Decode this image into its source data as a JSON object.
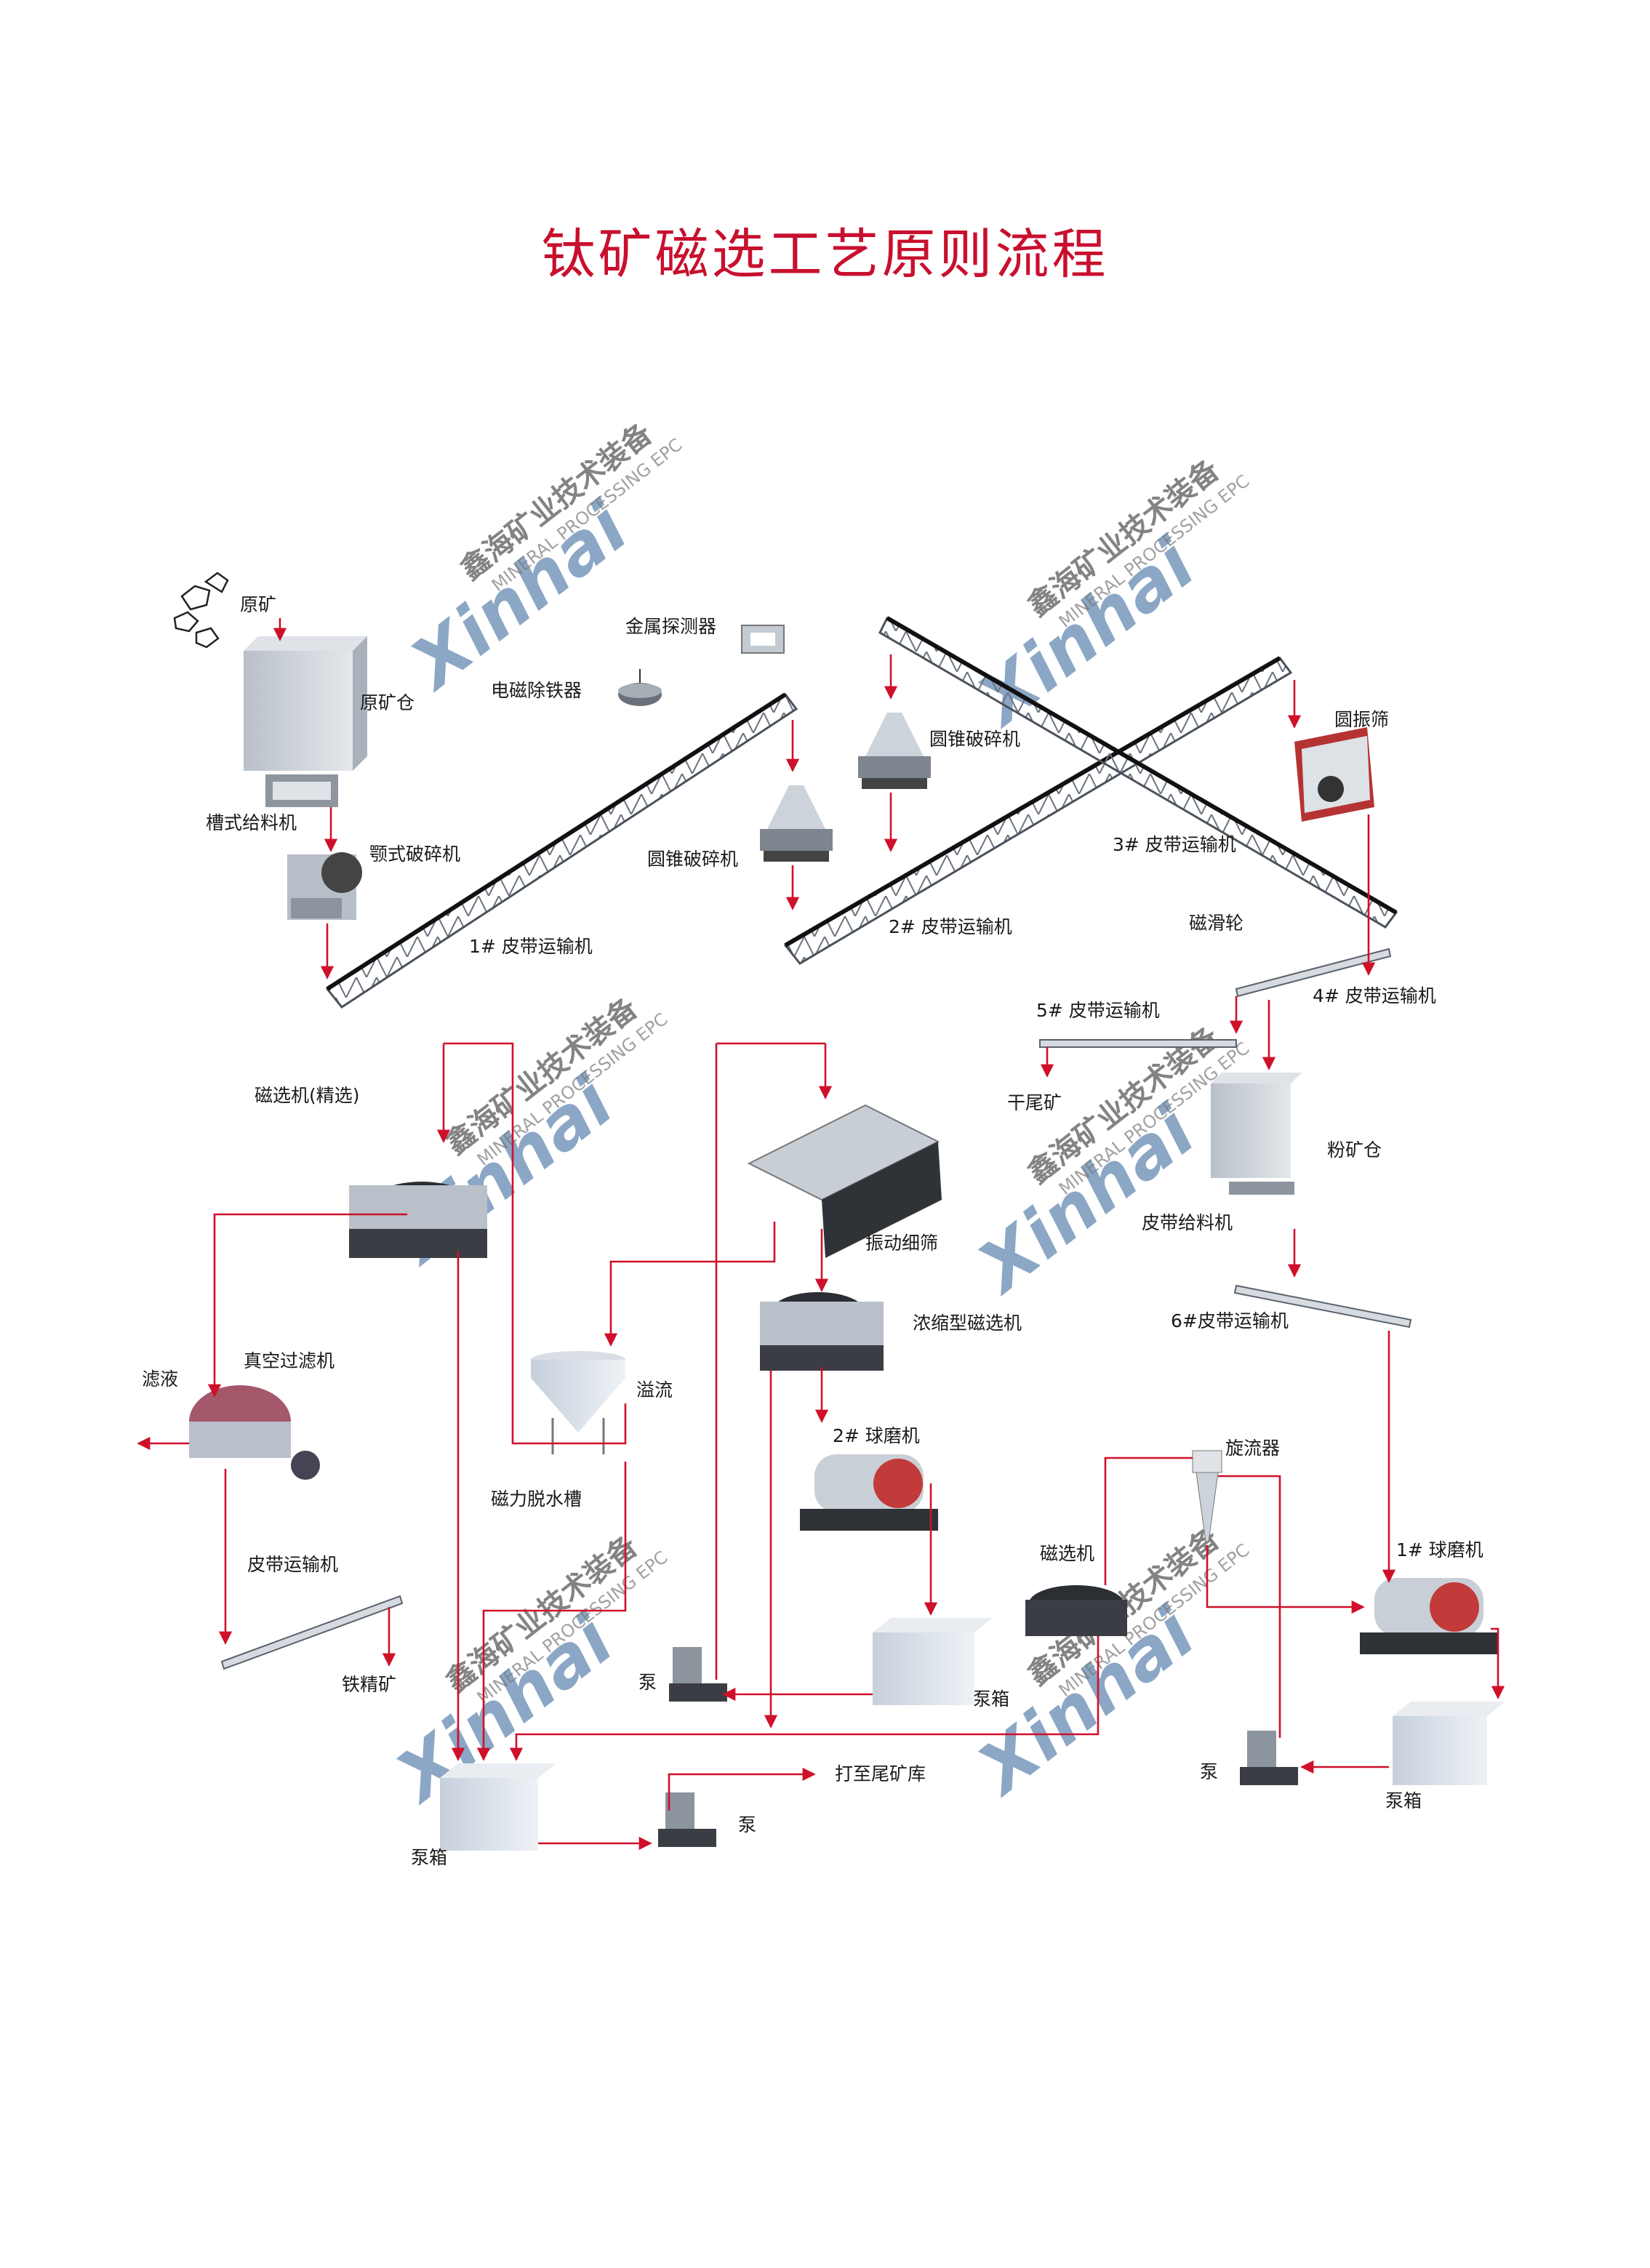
{
  "title": "钛矿磁选工艺原则流程",
  "watermark": {
    "brand": "Xinhai",
    "cn": "鑫海矿业技术装备",
    "en": "MINERAL PROCESSING EPC",
    "color": "#5f86b0"
  },
  "colors": {
    "title": "#c8102e",
    "flow_arrow": "#d0102a",
    "equipment": "#c9ced6"
  },
  "labels": {
    "raw_ore": "原矿",
    "raw_ore_bin": "原矿仓",
    "metal_detector": "金属探测器",
    "iron_remover": "电磁除铁器",
    "trough_feeder": "槽式给料机",
    "jaw_crusher": "颚式破碎机",
    "belt1": "1# 皮带运输机",
    "cone_crusher_a": "圆锥破碎机",
    "cone_crusher_b": "圆锥破碎机",
    "belt2": "2# 皮带运输机",
    "belt3": "3# 皮带运输机",
    "circular_screen": "圆振筛",
    "magnetic_pulley": "磁滑轮",
    "belt5": "5# 皮带运输机",
    "belt4": "4# 皮带运输机",
    "dry_tailings": "干尾矿",
    "powder_bin": "粉矿仓",
    "belt_feeder": "皮带给料机",
    "belt6": "6#皮带运输机",
    "mag_sep_fine": "磁选机(精选)",
    "vibrating_screen": "振动细筛",
    "conc_mag_sep": "浓缩型磁选机",
    "filtrate": "滤液",
    "vacuum_filter": "真空过滤机",
    "overflow": "溢流",
    "dewatering_tank": "磁力脱水槽",
    "ball_mill2": "2#  球磨机",
    "cyclone": "旋流器",
    "ball_mill1": "1#  球磨机",
    "belt_conveyor": "皮带运输机",
    "mag_sep": "磁选机",
    "iron_conc": "铁精矿",
    "pump_a": "泵",
    "pump_box_a": "泵箱",
    "pump_b": "泵",
    "pump_box_b": "泵箱",
    "to_tailings": "打至尾矿库",
    "pump_c": "泵",
    "pump_box_c": "泵箱"
  }
}
